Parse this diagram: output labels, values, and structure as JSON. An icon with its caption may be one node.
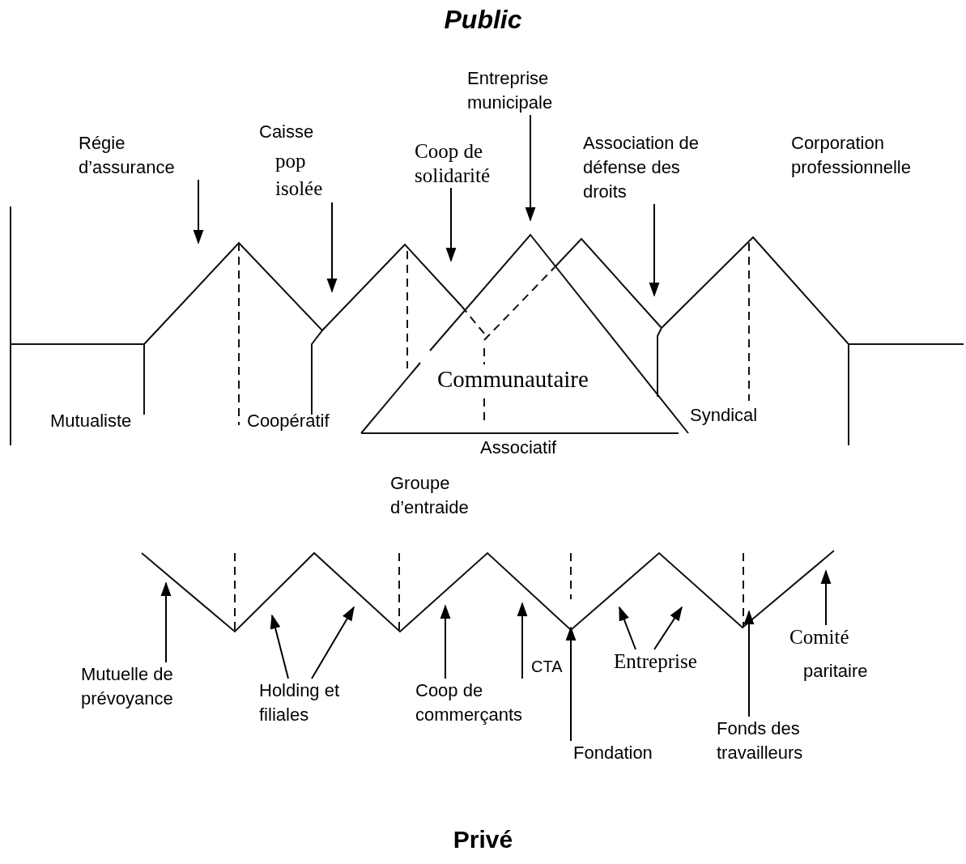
{
  "diagram": {
    "title": "Public",
    "caption": "Privé",
    "nodes": [
      {
        "text": [
          "Régie d’assurance"
        ]
      },
      {
        "text": [
          "Caisse",
          "pop isolée"
        ]
      },
      {
        "text": [
          "Coop de solidarité"
        ]
      },
      {
        "text": [
          "Entreprise municipale"
        ]
      },
      {
        "text": [
          "Association de défense des droits"
        ]
      },
      {
        "text": [
          "Mutuelle de prévoyance"
        ]
      },
      {
        "text": [
          "Holding et filiales"
        ]
      },
      {
        "text": [
          "Coop de commerçants"
        ]
      },
      {
        "text": [
          "Entreprise"
        ]
      },
      {
        "text": [
          "Fondation"
        ]
      },
      {
        "text": [
          "Fonds des travailleurs"
        ]
      },
      {
        "text": [
          "Comité",
          "paritaire"
        ]
      }
    ],
    "edges": [
      {
        "from": 0,
        "to": null,
        "arrow": "to"
      },
      {
        "from": 1,
        "to": null,
        "arrow": "to"
      },
      {
        "from": 2,
        "to": null,
        "arrow": "to"
      },
      {
        "from": 3,
        "to": null,
        "arrow": "to"
      },
      {
        "from": 4,
        "to": null,
        "arrow": "to"
      },
      {
        "from": 5,
        "to": null,
        "arrow": "to"
      },
      {
        "from": 6,
        "to": null,
        "arrow": "to"
      },
      {
        "from": 6,
        "to": null,
        "arrow": "to"
      },
      {
        "from": 7,
        "to": null,
        "arrow": "to"
      },
      {
        "from": 7,
        "to": null,
        "arrow": "to"
      },
      {
        "from": 8,
        "to": null,
        "arrow": "to"
      },
      {
        "from": 8,
        "to": null,
        "arrow": "to"
      },
      {
        "from": 9,
        "to": null,
        "arrow": "to"
      },
      {
        "from": 10,
        "to": null,
        "arrow": "to"
      },
      {
        "from": 11,
        "to": null,
        "arrow": "to"
      }
    ],
    "labels": [
      "Corporation professionnelle",
      "Communautaire",
      "Mutualiste",
      "Coopératif",
      "Associatif",
      "Syndical",
      "Groupe d’entraide",
      "CTA"
    ]
  }
}
